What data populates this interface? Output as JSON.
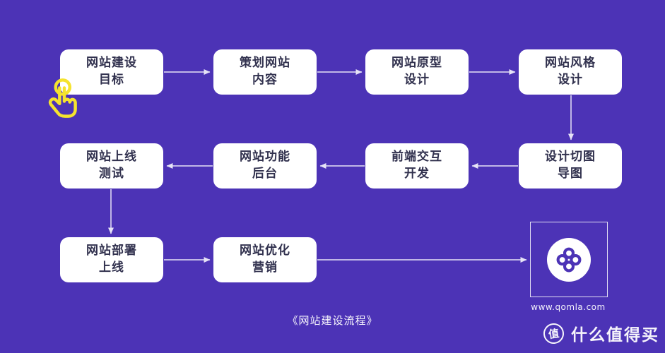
{
  "colors": {
    "background": "#4C33B6",
    "node_background": "#FFFFFF",
    "node_text": "#31314E",
    "connector": "#E6E3F6",
    "highlight_yellow": "#F5E32E",
    "logo_purple": "#4C33B6"
  },
  "flow": {
    "caption": "《网站建设流程》",
    "nodes": [
      {
        "id": "goal",
        "line1": "网站建设",
        "line2": "目标"
      },
      {
        "id": "plan",
        "line1": "策划网站",
        "line2": "内容"
      },
      {
        "id": "prototype",
        "line1": "网站原型",
        "line2": "设计"
      },
      {
        "id": "style",
        "line1": "网站风格",
        "line2": "设计"
      },
      {
        "id": "test",
        "line1": "网站上线",
        "line2": "测试"
      },
      {
        "id": "backend",
        "line1": "网站功能",
        "line2": "后台"
      },
      {
        "id": "frontend",
        "line1": "前端交互",
        "line2": "开发"
      },
      {
        "id": "slice",
        "line1": "设计切图",
        "line2": "导图"
      },
      {
        "id": "deploy",
        "line1": "网站部署",
        "line2": "上线"
      },
      {
        "id": "marketing",
        "line1": "网站优化",
        "line2": "营销"
      }
    ],
    "edges": [
      {
        "from": "goal",
        "to": "plan"
      },
      {
        "from": "plan",
        "to": "prototype"
      },
      {
        "from": "prototype",
        "to": "style"
      },
      {
        "from": "style",
        "to": "slice"
      },
      {
        "from": "slice",
        "to": "frontend"
      },
      {
        "from": "frontend",
        "to": "backend"
      },
      {
        "from": "backend",
        "to": "test"
      },
      {
        "from": "test",
        "to": "deploy"
      },
      {
        "from": "deploy",
        "to": "marketing"
      },
      {
        "from": "marketing",
        "to": "brand-logo"
      }
    ]
  },
  "brand": {
    "website": "www.qomla.com",
    "logo_icon": "clover-swirl"
  },
  "cursor": {
    "icon": "tap-hand-icon",
    "color": "#F5E32E"
  },
  "watermark": {
    "badge_char": "值",
    "text": "什么值得买"
  }
}
